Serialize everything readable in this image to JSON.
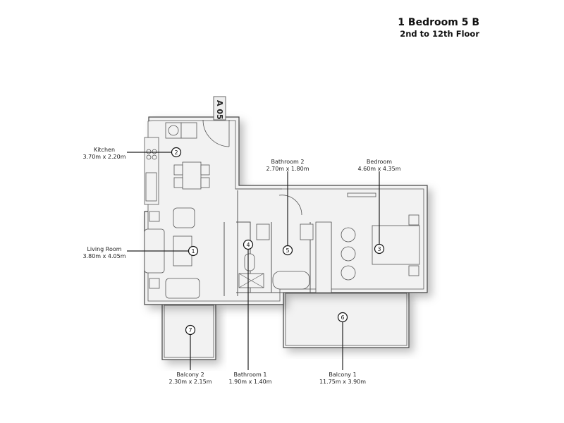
{
  "title": {
    "unit": "1 Bedroom 5 B",
    "floors": "2nd to 12th Floor"
  },
  "unit_tag": "A 05",
  "rooms": [
    {
      "number": "1",
      "name": "Living Room",
      "size": "3.80m x 4.05m"
    },
    {
      "number": "2",
      "name": "Kitchen",
      "size": "3.70m x 2.20m"
    },
    {
      "number": "3",
      "name": "Bedroom",
      "size": "4.60m x 4.35m"
    },
    {
      "number": "4",
      "name": "Bathroom 1",
      "size": "1.90m x 1.40m"
    },
    {
      "number": "5",
      "name": "Bathroom 2",
      "size": "2.70m x 1.80m"
    },
    {
      "number": "6",
      "name": "Balcony 1",
      "size": "11.75m x 3.90m"
    },
    {
      "number": "7",
      "name": "Balcony 2",
      "size": "2.30m x 2.15m"
    }
  ]
}
